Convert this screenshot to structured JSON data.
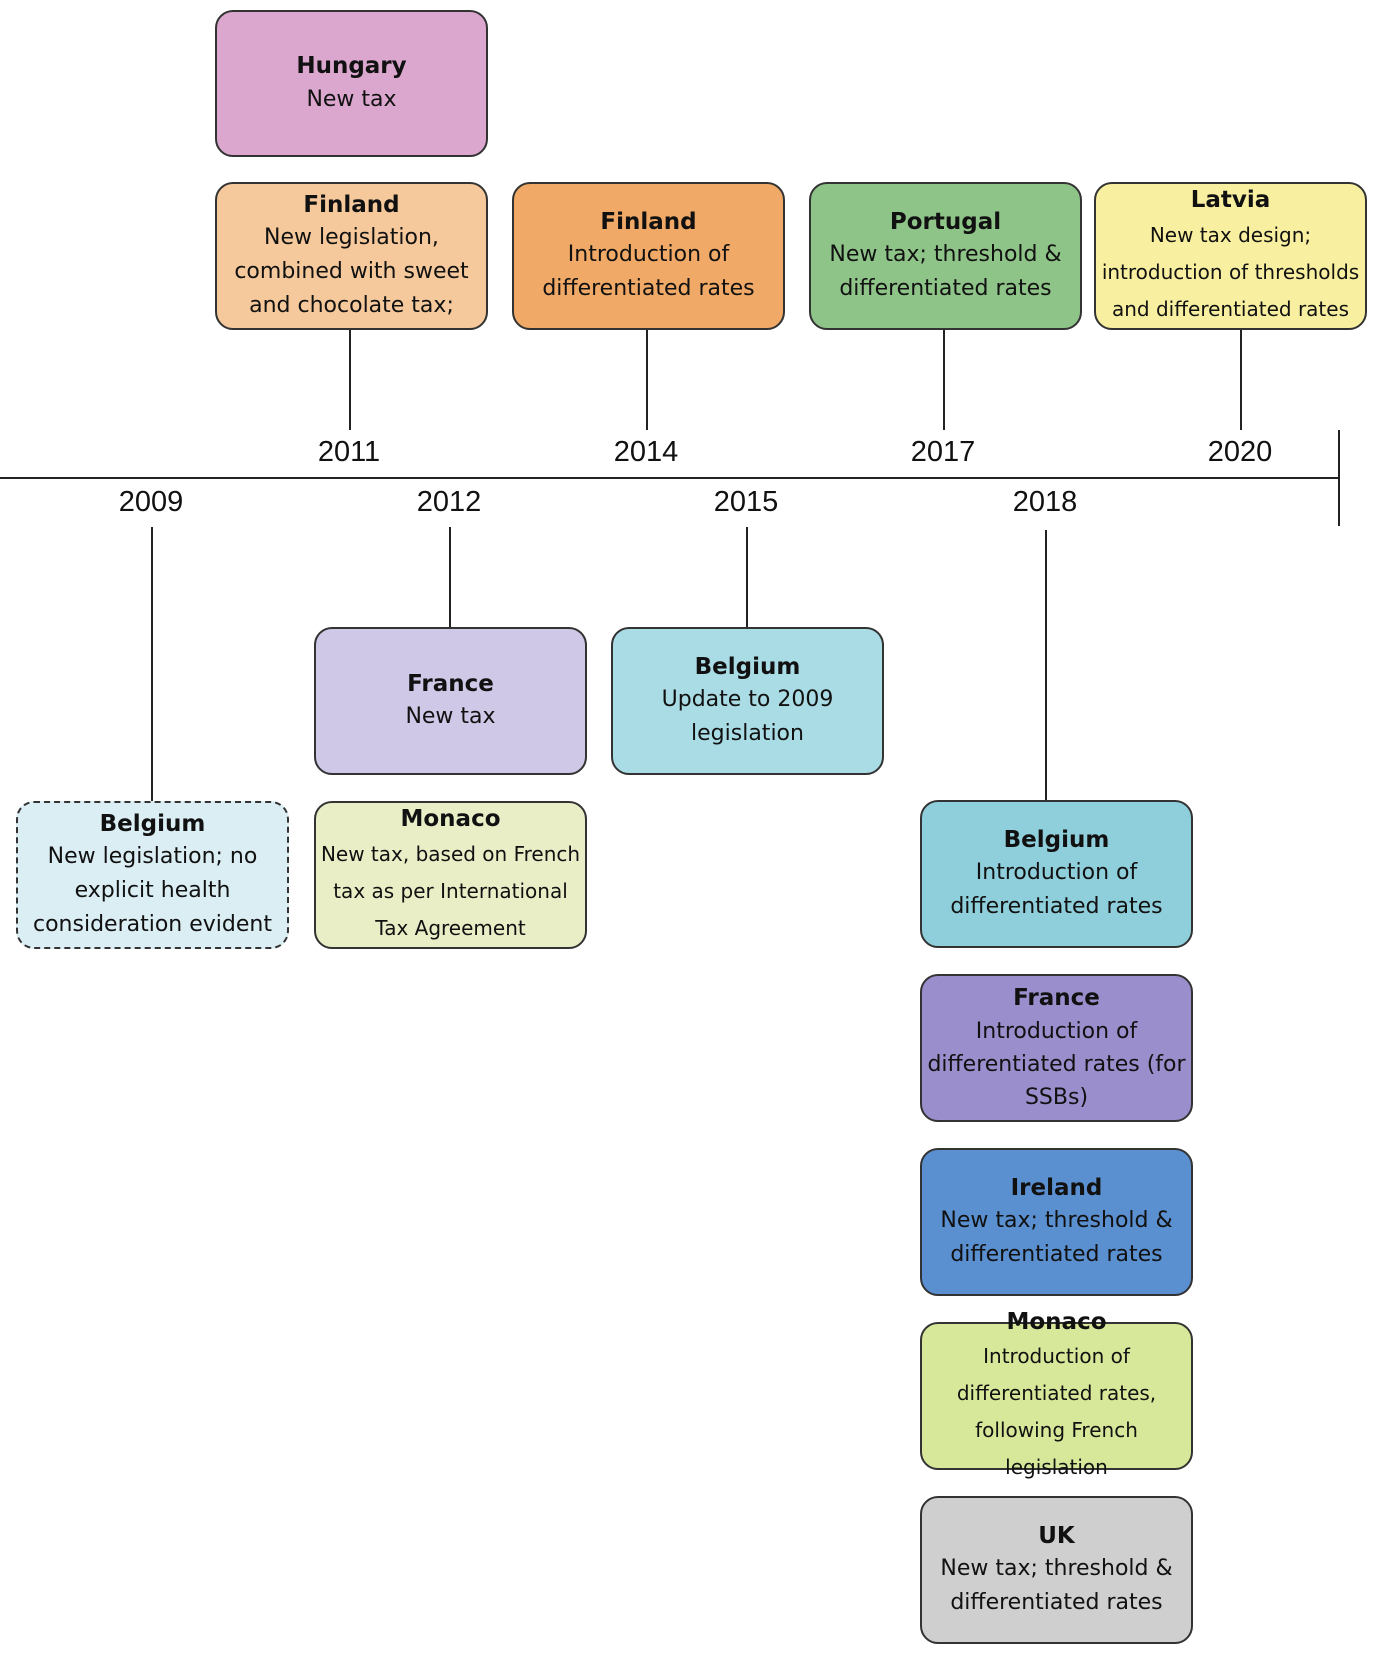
{
  "years": {
    "y2009": "2009",
    "y2011": "2011",
    "y2012": "2012",
    "y2014": "2014",
    "y2015": "2015",
    "y2017": "2017",
    "y2018": "2018",
    "y2020": "2020"
  },
  "events": {
    "hungary_2011": {
      "country": "Hungary",
      "desc": "New tax",
      "color": "#dca7cf"
    },
    "finland_2011": {
      "country": "Finland",
      "desc": "New legislation,\ncombined with sweet\nand chocolate tax;",
      "color": "#f5c99b"
    },
    "finland_2014": {
      "country": "Finland",
      "desc": "Introduction of\ndifferentiated rates",
      "color": "#f0a966"
    },
    "portugal_2017": {
      "country": "Portugal",
      "desc": "New tax; threshold &\ndifferentiated rates",
      "color": "#8fc489"
    },
    "latvia_2020": {
      "country": "Latvia",
      "desc": "New tax design;\nintroduction of thresholds\nand differentiated rates",
      "color": "#f8f0a0"
    },
    "belgium_2009": {
      "country": "Belgium",
      "desc": "New legislation; no\nexplicit health\nconsideration evident",
      "color": "#dbeef4"
    },
    "france_2012": {
      "country": "France",
      "desc": "New tax",
      "color": "#cfc8e6"
    },
    "monaco_2012": {
      "country": "Monaco",
      "desc": "New tax, based on French\ntax as per International\nTax Agreement",
      "color": "#e9eec6"
    },
    "belgium_2015": {
      "country": "Belgium",
      "desc": "Update to 2009\nlegislation",
      "color": "#a9dce4"
    },
    "belgium_2018": {
      "country": "Belgium",
      "desc": "Introduction of\ndifferentiated rates",
      "color": "#8fcfdc"
    },
    "france_2018": {
      "country": "France",
      "desc": "Introduction of\ndifferentiated rates (for\nSSBs)",
      "color": "#9a8fcc"
    },
    "ireland_2018": {
      "country": "Ireland",
      "desc": "New tax; threshold &\ndifferentiated rates",
      "color": "#5a8fd0"
    },
    "monaco_2018": {
      "country": "Monaco",
      "desc": "Introduction of\ndifferentiated rates,\nfollowing French legislation",
      "color": "#d8e89a"
    },
    "uk_2018": {
      "country": "UK",
      "desc": "New tax; threshold &\ndifferentiated rates",
      "color": "#cfcfcf"
    }
  }
}
